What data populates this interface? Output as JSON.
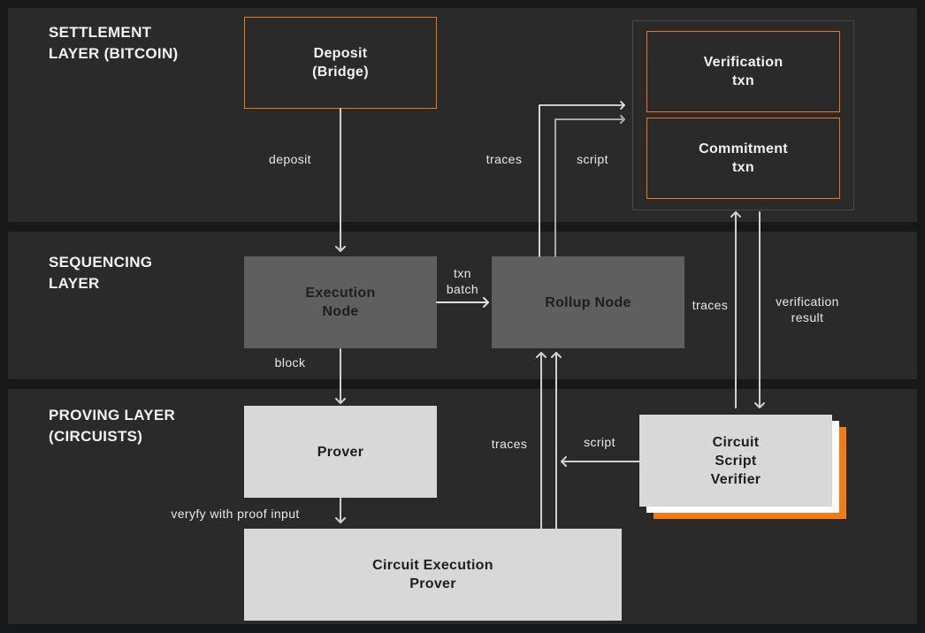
{
  "layers": [
    {
      "id": "settlement",
      "title": "SETTLEMENT\nLAYER (BITCOIN)"
    },
    {
      "id": "sequencing",
      "title": "SEQUENCING\nLAYER"
    },
    {
      "id": "proving",
      "title": "PROVING LAYER\n(CIRCUISTS)"
    }
  ],
  "nodes": {
    "deposit": "Deposit\n(Bridge)",
    "verification_txn": "Verification\ntxn",
    "commitment_txn": "Commitment\ntxn",
    "execution_node": "Execution\nNode",
    "rollup_node": "Rollup Node",
    "prover": "Prover",
    "circuit_execution_prover": "Circuit Execution\nProver",
    "circuit_script_verifier": "Circuit\nScript\nVerifier"
  },
  "edge_labels": {
    "deposit": "deposit",
    "traces_to_settlement": "traces",
    "script_to_settlement": "script",
    "txn_batch": "txn\nbatch",
    "block": "block",
    "traces_to_verifier": "traces",
    "verification_result": "verification\nresult",
    "traces_to_rollup": "traces",
    "script_from_verifier": "script",
    "verify_with_proof_input": "veryfy with proof input"
  },
  "colors": {
    "background": "#17181a",
    "band": "#2a2a2a",
    "accent_orange": "#f07818",
    "node_mid": "#5f5f5f",
    "node_light": "#d8d8d8",
    "arrow_white": "#ffffff",
    "arrow_gray": "#bdbdbd"
  }
}
